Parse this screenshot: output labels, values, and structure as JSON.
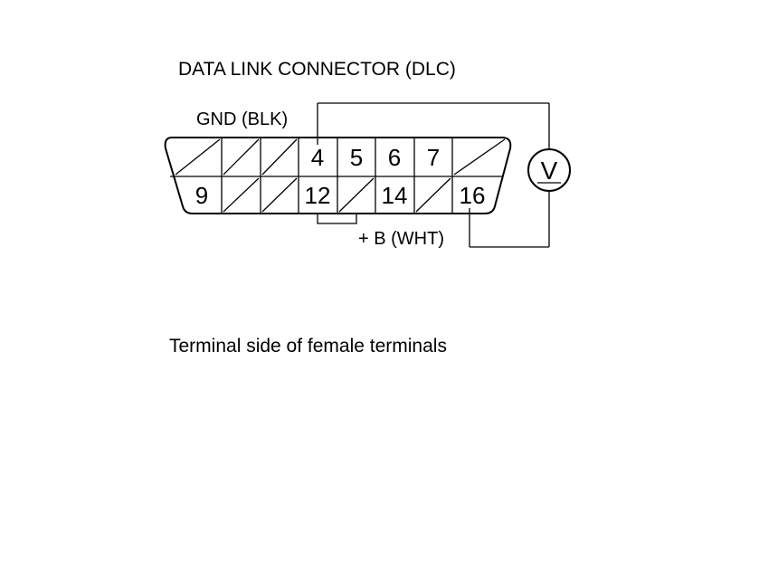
{
  "diagram": {
    "title": "DATA LINK CONNECTOR (DLC)",
    "ground_label": "GND (BLK)",
    "power_label": "+ B (WHT)",
    "caption": "Terminal side of female terminals",
    "voltmeter_symbol": "V",
    "pins_top": [
      "4",
      "5",
      "6",
      "7"
    ],
    "pins_bottom": [
      "9",
      "12",
      "14",
      "16"
    ]
  }
}
